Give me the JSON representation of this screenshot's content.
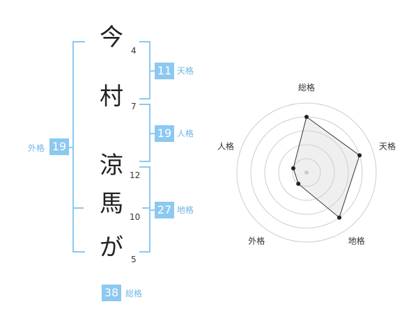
{
  "name": {
    "chars": [
      {
        "char": "今",
        "strokes": "4"
      },
      {
        "char": "村",
        "strokes": "7"
      },
      {
        "char": "涼",
        "strokes": "12"
      },
      {
        "char": "馬",
        "strokes": "10"
      },
      {
        "char": "が",
        "strokes": "5"
      }
    ]
  },
  "kakusu": {
    "tenkaku": {
      "label": "天格",
      "value": "11"
    },
    "jinkaku": {
      "label": "人格",
      "value": "19"
    },
    "chikaku": {
      "label": "地格",
      "value": "27"
    },
    "gaikaku": {
      "label": "外格",
      "value": "19"
    },
    "soukaku": {
      "label": "総格",
      "value": "38"
    }
  },
  "colors": {
    "accent": "#8cc8f0",
    "label": "#6fb6e6"
  },
  "chart_data": {
    "type": "radar",
    "axes": [
      "総格",
      "天格",
      "地格",
      "外格",
      "人格"
    ],
    "scale_max": 5,
    "rings": 5,
    "values": [
      4,
      4,
      4,
      1,
      1
    ],
    "grid": true
  }
}
